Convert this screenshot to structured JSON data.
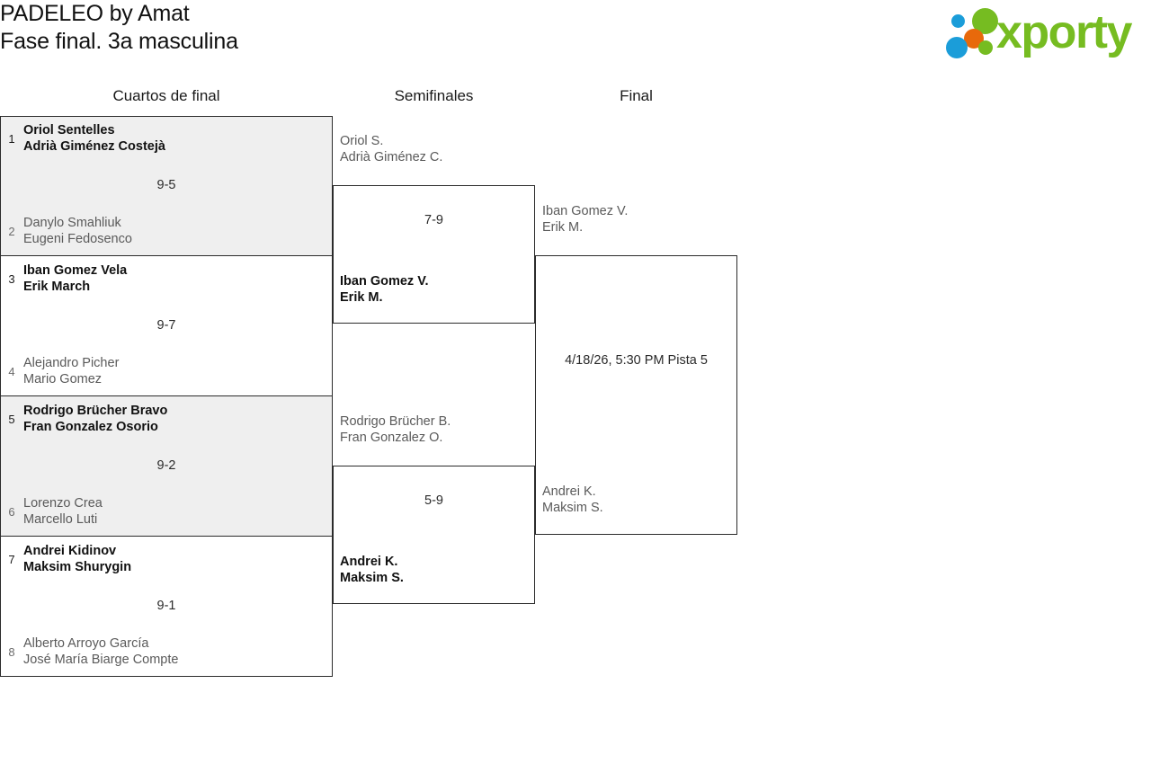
{
  "header": {
    "title_line1": "PADELEO by Amat",
    "title_line2": "Fase final. 3a masculina"
  },
  "logo": {
    "wordmark": "xporty",
    "colors": {
      "green": "#76bc21",
      "orange": "#e8690b",
      "blue": "#1b9dd9"
    }
  },
  "rounds": [
    {
      "heading": "Cuartos de final"
    },
    {
      "heading": "Semifinales"
    },
    {
      "heading": "Final"
    }
  ],
  "quarterfinals": [
    {
      "score": "9-5",
      "top": {
        "seed": "1",
        "player1": "Oriol Sentelles",
        "player2": "Adrià Giménez Costejà",
        "result": "winner"
      },
      "bottom": {
        "seed": "2",
        "player1": "Danylo Smahliuk",
        "player2": "Eugeni Fedosenco",
        "result": "loser"
      }
    },
    {
      "score": "9-7",
      "top": {
        "seed": "3",
        "player1": "Iban Gomez Vela",
        "player2": "Erik March",
        "result": "winner"
      },
      "bottom": {
        "seed": "4",
        "player1": "Alejandro Picher",
        "player2": "Mario Gomez",
        "result": "loser"
      }
    },
    {
      "score": "9-2",
      "top": {
        "seed": "5",
        "player1": "Rodrigo Brücher Bravo",
        "player2": "Fran Gonzalez Osorio",
        "result": "winner"
      },
      "bottom": {
        "seed": "6",
        "player1": "Lorenzo Crea",
        "player2": "Marcello Luti",
        "result": "loser"
      }
    },
    {
      "score": "9-1",
      "top": {
        "seed": "7",
        "player1": "Andrei Kidinov",
        "player2": "Maksim Shurygin",
        "result": "winner"
      },
      "bottom": {
        "seed": "8",
        "player1": "Alberto Arroyo García",
        "player2": "José María Biarge Compte",
        "result": "loser"
      }
    }
  ],
  "semifinals": [
    {
      "score": "7-9",
      "top": {
        "player1": "Oriol S.",
        "player2": "Adrià Giménez C.",
        "result": "loser"
      },
      "bottom": {
        "player1": "Iban Gomez V.",
        "player2": "Erik M.",
        "result": "winner"
      }
    },
    {
      "score": "5-9",
      "top": {
        "player1": "Rodrigo Brücher B.",
        "player2": "Fran Gonzalez O.",
        "result": "loser"
      },
      "bottom": {
        "player1": "Andrei K.",
        "player2": "Maksim S.",
        "result": "winner"
      }
    }
  ],
  "final": {
    "schedule": "4/18/26, 5:30 PM Pista 5",
    "top": {
      "player1": "Iban Gomez V.",
      "player2": "Erik M.",
      "result": "pending"
    },
    "bottom": {
      "player1": "Andrei K.",
      "player2": "Maksim S.",
      "result": "pending"
    }
  }
}
